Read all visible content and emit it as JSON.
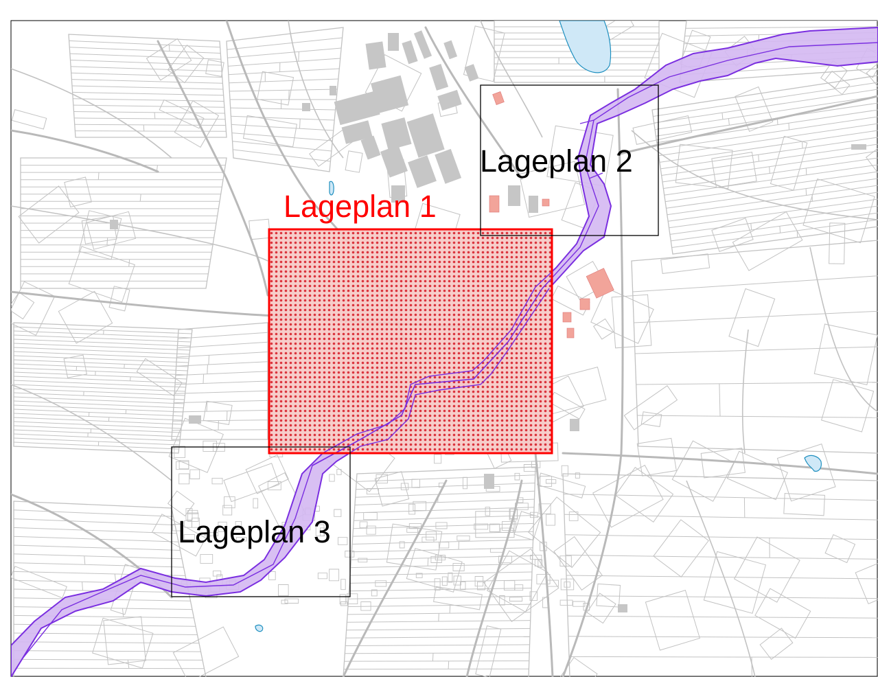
{
  "map": {
    "labels": {
      "plan1": "Lageplan 1",
      "plan2": "Lageplan 2",
      "plan3": "Lageplan 3"
    },
    "colors": {
      "background": "#ffffff",
      "parcel_lines": "#c2c2c2",
      "buildings": "#c6c6c6",
      "buildings_highlight": "#f2a49a",
      "corridor_fill": "#d4b8f2",
      "corridor_stroke": "#7a2ee0",
      "plan1_outline": "#ff0000",
      "plan1_hatch": "#e0202a",
      "plan_frames": "#000000",
      "water_fill": "#cfe8f7",
      "water_stroke": "#1e8fbf"
    }
  }
}
